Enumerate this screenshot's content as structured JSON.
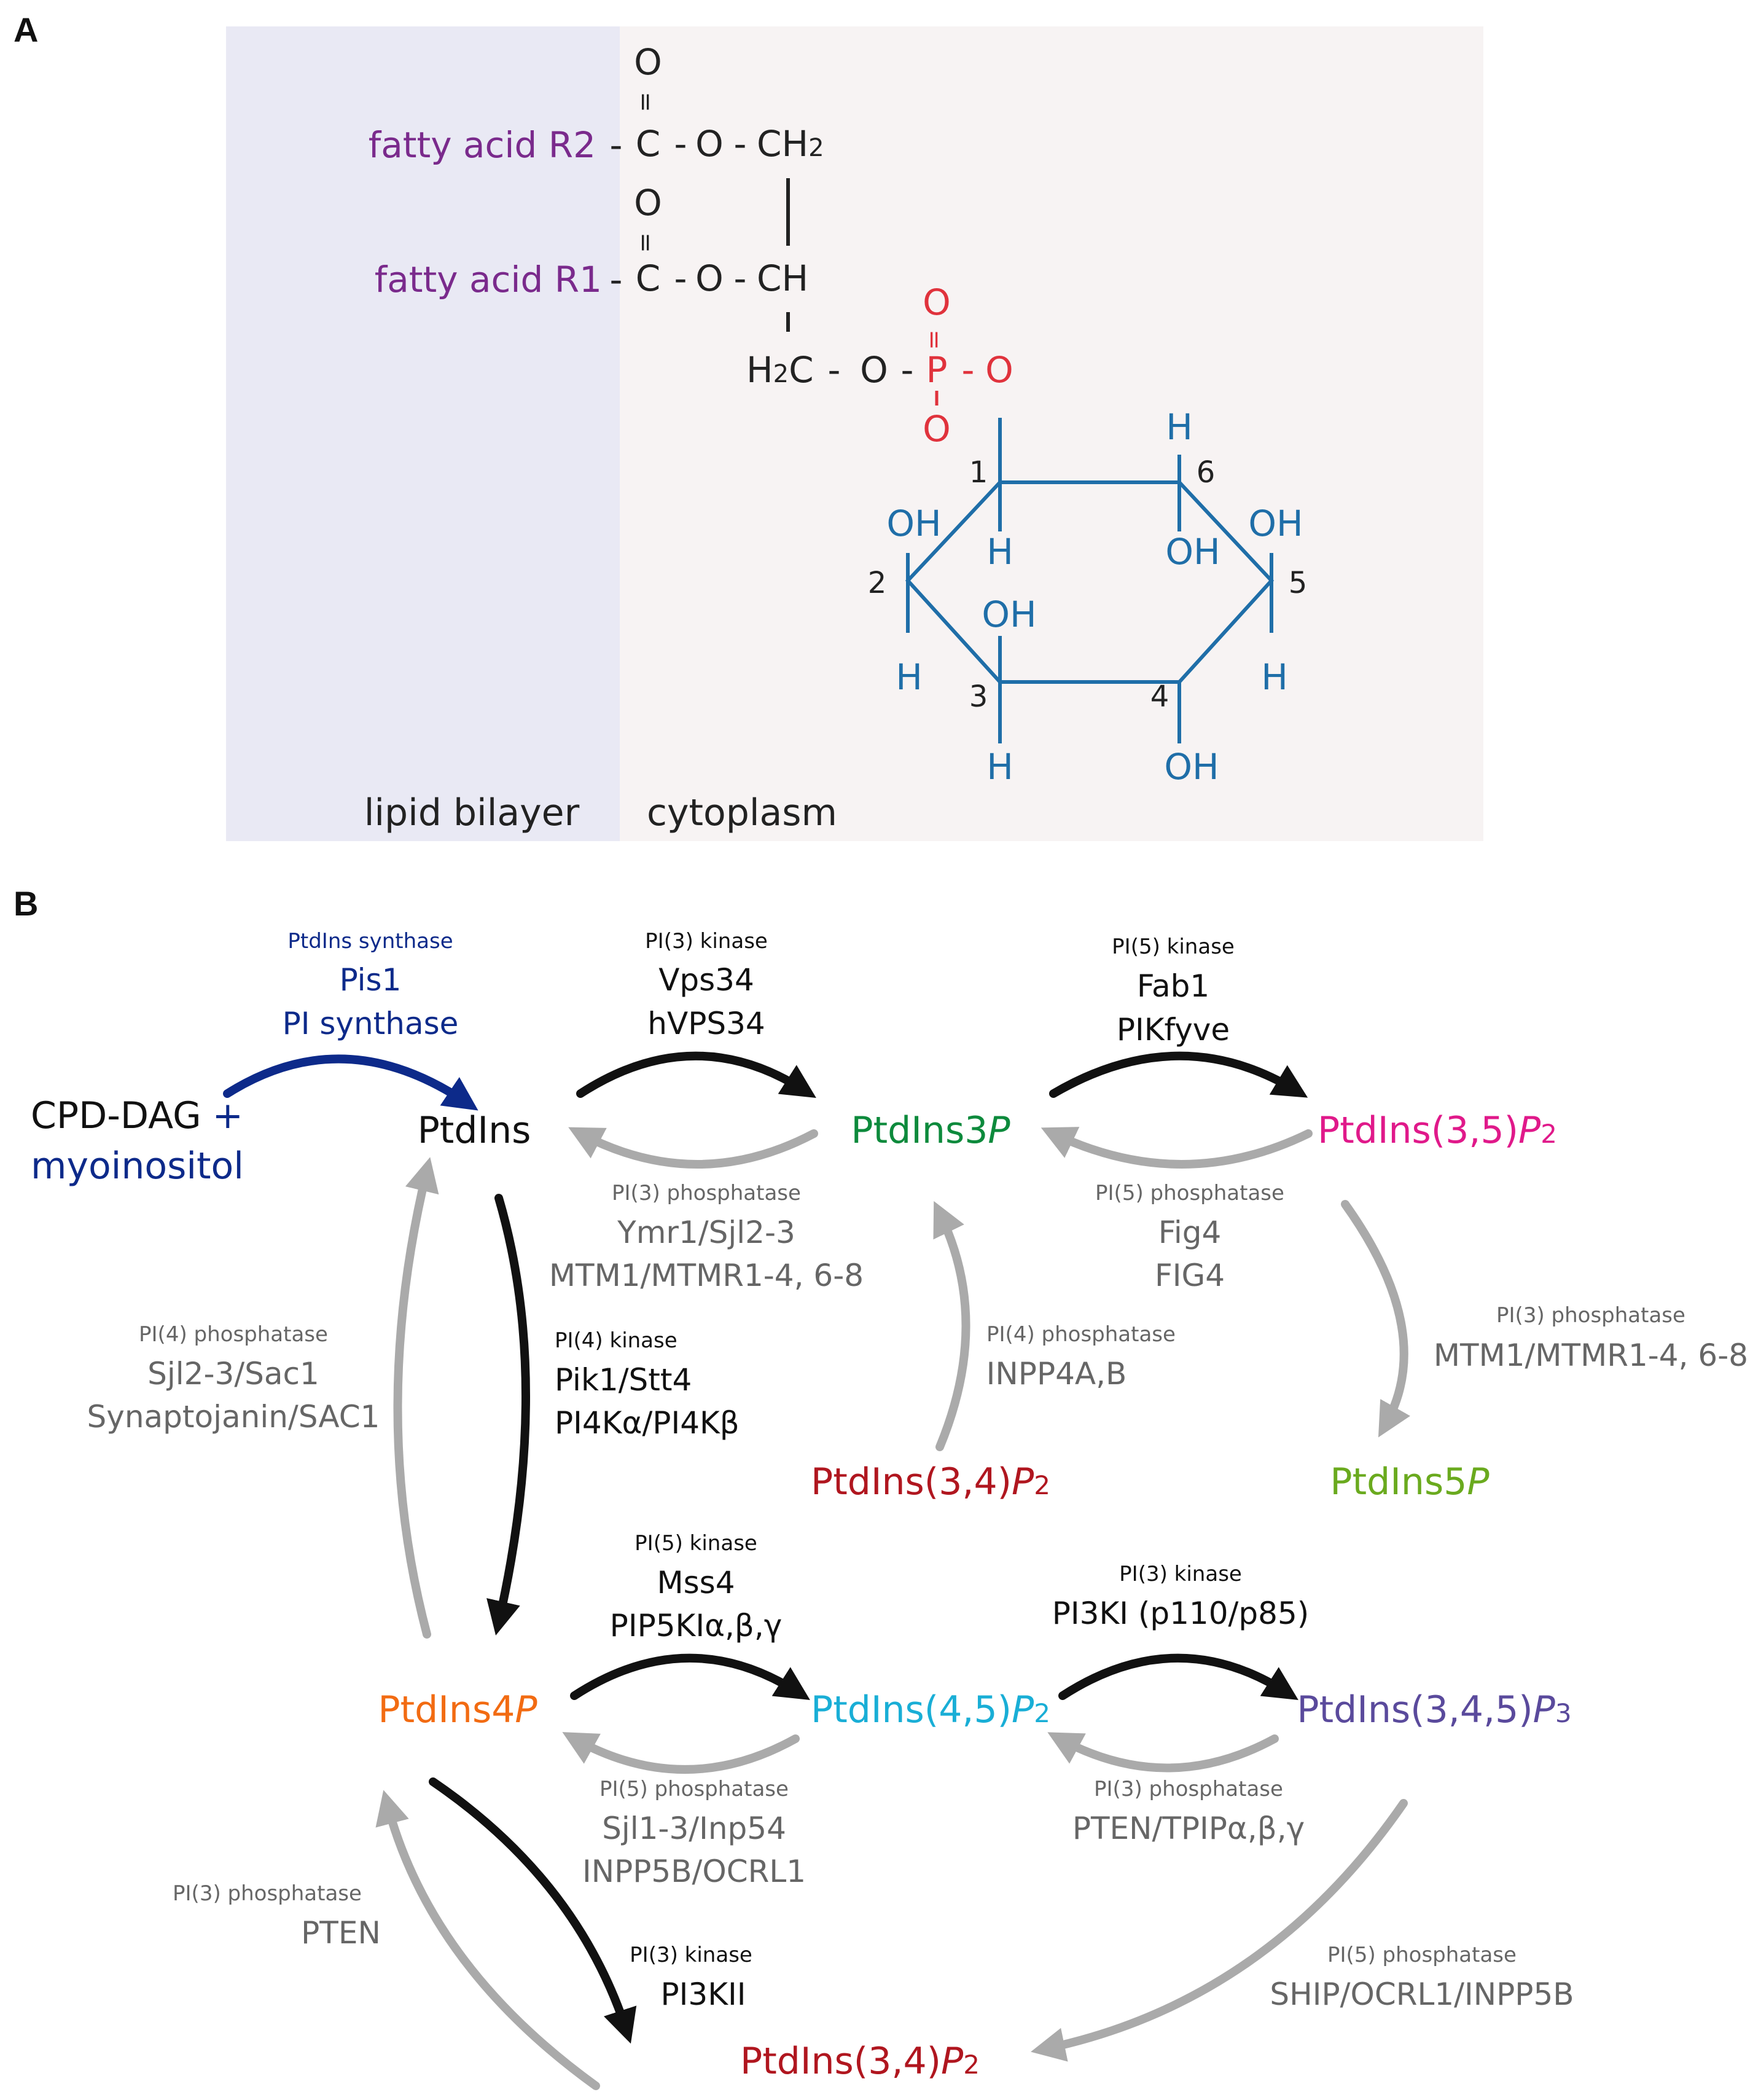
{
  "panels": {
    "a": {
      "letter": "A"
    },
    "b": {
      "letter": "B"
    }
  },
  "colors": {
    "membrane_bg": "#e9e9f4",
    "cytoplasm_bg": "#f7f3f3",
    "fatty_acid": "#7a2a8c",
    "phosphate": "#e0323c",
    "inositol": "#1f6ea8",
    "chain": "#222222",
    "kinase_arrow": "#111111",
    "phosphatase_arrow": "#aaaaaa",
    "synthase": "#0d2a8a",
    "enzyme_gray": "#666666",
    "ptdins3p": "#0d8a3c",
    "ptdins35p2": "#e0198a",
    "ptdins34p2": "#b0161f",
    "ptdins5p": "#6aaa1e",
    "ptdins4p": "#f26b12",
    "ptdins45p2": "#19aed6",
    "ptdins345p3": "#5a4a9c"
  },
  "structure": {
    "fatty_acid_r2": "fatty acid R2",
    "fatty_acid_r1": "fatty acid R1",
    "dash": "-",
    "oxygen": "O",
    "double_bond": "=",
    "carbon": "C",
    "ch2_main": "CH",
    "ch2_sub": "2",
    "ch": "CH",
    "h2c_h": "H",
    "h2c_sub": "2",
    "h2c_c": "C",
    "phosphorus": "P",
    "hydrogen": "H",
    "hydroxyl": "OH",
    "ring_numbers": [
      "1",
      "2",
      "3",
      "4",
      "5",
      "6"
    ],
    "region_membrane": "lipid bilayer",
    "region_cytoplasm": "cytoplasm"
  },
  "pathway": {
    "substrate_line1": "CPD-DAG",
    "plus": "+",
    "substrate_line2": "myoinositol",
    "nodes": {
      "ptdins": "PtdIns",
      "ptdins3p": {
        "main": "PtdIns3",
        "italic": "P"
      },
      "ptdins35p2": {
        "main": "PtdIns(3,5)",
        "italic": "P",
        "sub": "2"
      },
      "ptdins5p": {
        "main": "PtdIns5",
        "italic": "P"
      },
      "ptdins34p2_upper": {
        "main": "PtdIns(3,4)",
        "italic": "P",
        "sub": "2"
      },
      "ptdins4p": {
        "main": "PtdIns4",
        "italic": "P"
      },
      "ptdins45p2": {
        "main": "PtdIns(4,5)",
        "italic": "P",
        "sub": "2"
      },
      "ptdins345p3": {
        "main": "PtdIns(3,4,5)",
        "italic": "P",
        "sub": "3"
      },
      "ptdins34p2_lower": {
        "main": "PtdIns(3,4)",
        "italic": "P",
        "sub": "2"
      }
    },
    "enzymes": {
      "synthase": {
        "title": "PtdIns synthase",
        "line1": "Pis1",
        "line2": "PI synthase"
      },
      "pi3k_top": {
        "title": "PI(3) kinase",
        "line1": "Vps34",
        "line2": "hVPS34"
      },
      "pi5k_top": {
        "title": "PI(5) kinase",
        "line1": "Fab1",
        "line2": "PIKfyve"
      },
      "pi3p_top": {
        "title": "PI(3) phosphatase",
        "line1": "Ymr1/Sjl2-3",
        "line2": "MTM1/MTMR1-4, 6-8"
      },
      "pi5p_top": {
        "title": "PI(5) phosphatase",
        "line1": "Fig4",
        "line2": "FIG4"
      },
      "pi3p_right": {
        "title": "PI(3) phosphatase",
        "line1": "MTM1/MTMR1-4, 6-8"
      },
      "pi4p_left": {
        "title": "PI(4) phosphatase",
        "line1": "Sjl2-3/Sac1",
        "line2": "Synaptojanin/SAC1"
      },
      "pi4k": {
        "title": "PI(4) kinase",
        "line1": "Pik1/Stt4",
        "line2": "PI4Kα/PI4Kβ"
      },
      "pi4p_mid": {
        "title": "PI(4) phosphatase",
        "line1": "INPP4A,B"
      },
      "pi5k_mid": {
        "title": "PI(5) kinase",
        "line1": "Mss4",
        "line2": "PIP5KIα,β,γ"
      },
      "pi3k_mid": {
        "title": "PI(3) kinase",
        "line1": "PI3KI (p110/p85)"
      },
      "pi5p_mid": {
        "title": "PI(5) phosphatase",
        "line1": "Sjl1-3/Inp54",
        "line2": "INPP5B/OCRL1"
      },
      "pi3p_mid": {
        "title": "PI(3) phosphatase",
        "line1": "PTEN/TPIPα,β,γ"
      },
      "pi3p_left": {
        "title": "PI(3) phosphatase",
        "line1": "PTEN"
      },
      "pi3k_low": {
        "title": "PI(3) kinase",
        "line1": "PI3KII"
      },
      "pi5p_low": {
        "title": "PI(5) phosphatase",
        "line1": "SHIP/OCRL1/INPP5B"
      }
    }
  }
}
